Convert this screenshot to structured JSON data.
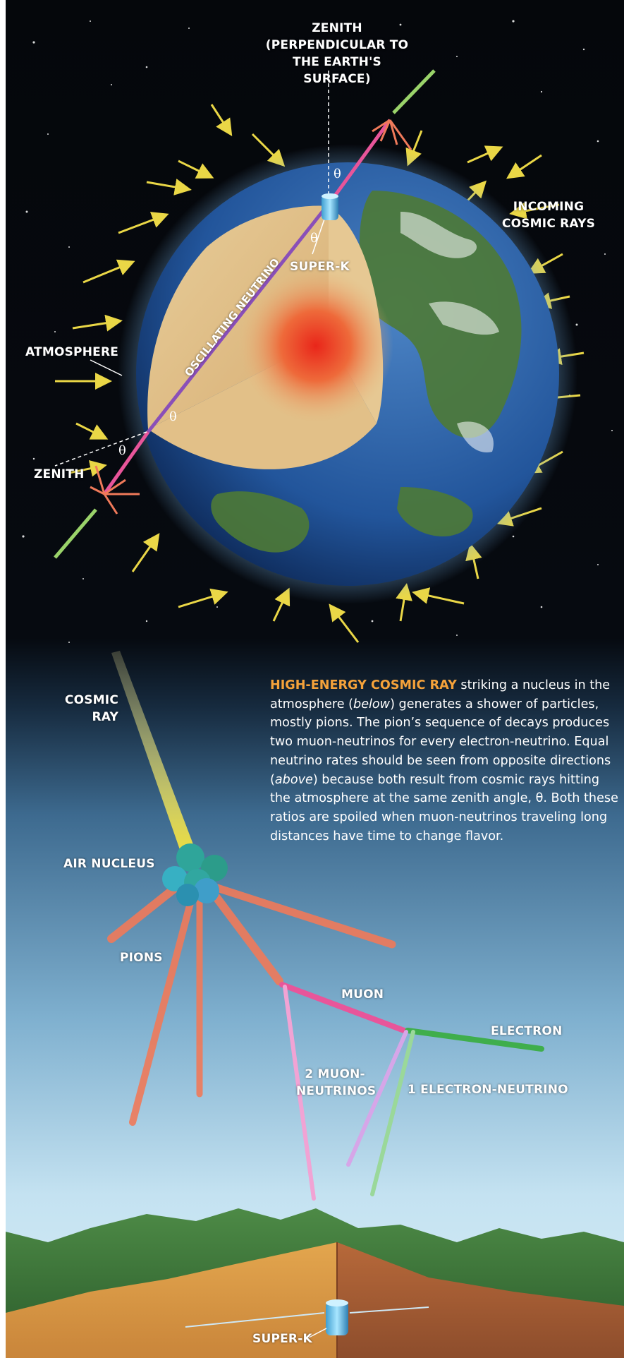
{
  "colors": {
    "space": "#05070b",
    "sky_top": "#4e7ea3",
    "sky_bottom": "#b9dcef",
    "accent_orange": "#f5a23a",
    "earth_ocean": "#2a5fa8",
    "earth_core": "#e03a24",
    "crust": "#d9b98a",
    "neutrino_path": "#8a4fb8",
    "muon": "#e8559a",
    "electron": "#3fae4c",
    "pion": "#f07a5a"
  },
  "labels": {
    "zenith_top": "ZENITH\n(PERPENDICULAR TO\nTHE EARTH'S SURFACE)",
    "incoming": "INCOMING\nCOSMIC RAYS",
    "superk_top": "SUPER-K",
    "oscillating": "OSCILLATING NEUTRINO",
    "atmosphere": "ATMOSPHERE",
    "zenith_left": "ZENITH",
    "theta": "θ",
    "cosmic_ray": "COSMIC\nRAY",
    "air_nucleus": "AIR NUCLEUS",
    "pions": "PIONS",
    "muon": "MUON",
    "electron": "ELECTRON",
    "muon_neutrinos": "2 MUON-\nNEUTRINOS",
    "electron_neutrino": "1 ELECTRON-NEUTRINO",
    "superk_bottom": "SUPER-K"
  },
  "caption": {
    "lead": "HIGH-ENERGY COSMIC RAY",
    "p1": " striking a nucleus in the atmosphere (",
    "below": "below",
    "p2": ") generates a shower of particles, mostly pions. The pion’s sequence of decays produces two muon-neutrinos for every electron-neutrino. Equal neutrino rates should be seen from opposite directions (",
    "above": "above",
    "p3": ") because both result from cosmic rays hitting the atmosphere at the same zenith angle, θ. Both these ratios are spoiled when muon-neutrinos traveling long distances have time to change flavor."
  }
}
